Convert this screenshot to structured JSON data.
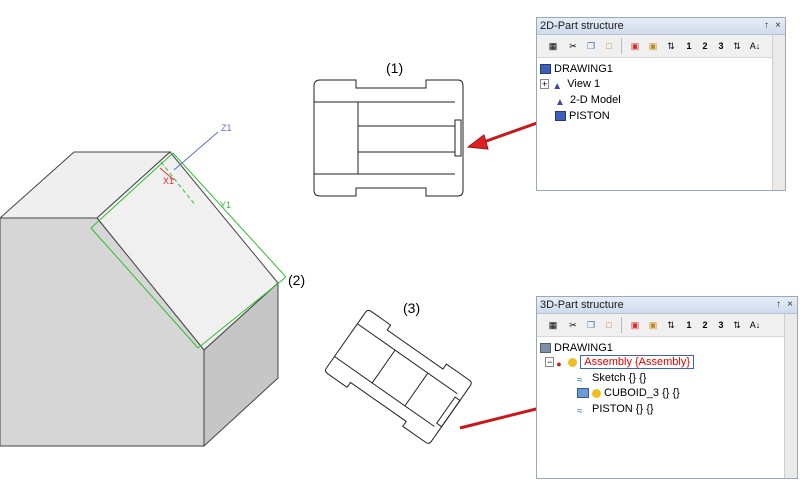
{
  "labels": {
    "l1": "(1)",
    "l2": "(2)",
    "l3": "(3)"
  },
  "axes": {
    "z": "Z1",
    "x": "X1",
    "y": "Y1"
  },
  "panel2d": {
    "title": "2D-Part structure",
    "pin": "↑",
    "close": "×",
    "toolbar": {
      "t1": "1",
      "t2": "2",
      "t3": "3"
    },
    "items": {
      "drawing": "DRAWING1",
      "view": "View 1",
      "model": "2-D Model",
      "piston": "PISTON"
    }
  },
  "panel3d": {
    "title": "3D-Part structure",
    "pin": "↑",
    "close": "×",
    "toolbar": {
      "t1": "1",
      "t2": "2",
      "t3": "3"
    },
    "items": {
      "drawing": "DRAWING1",
      "assembly": "Assembly {Assembly}",
      "sketch": "Sketch {} {}",
      "cuboid": "CUBOID_3 {} {}",
      "piston": "PISTON {} {}"
    }
  },
  "colors": {
    "arrow": "#e02020",
    "accent_edge": "#2fbf2f",
    "assembly_text": "#e00000"
  }
}
